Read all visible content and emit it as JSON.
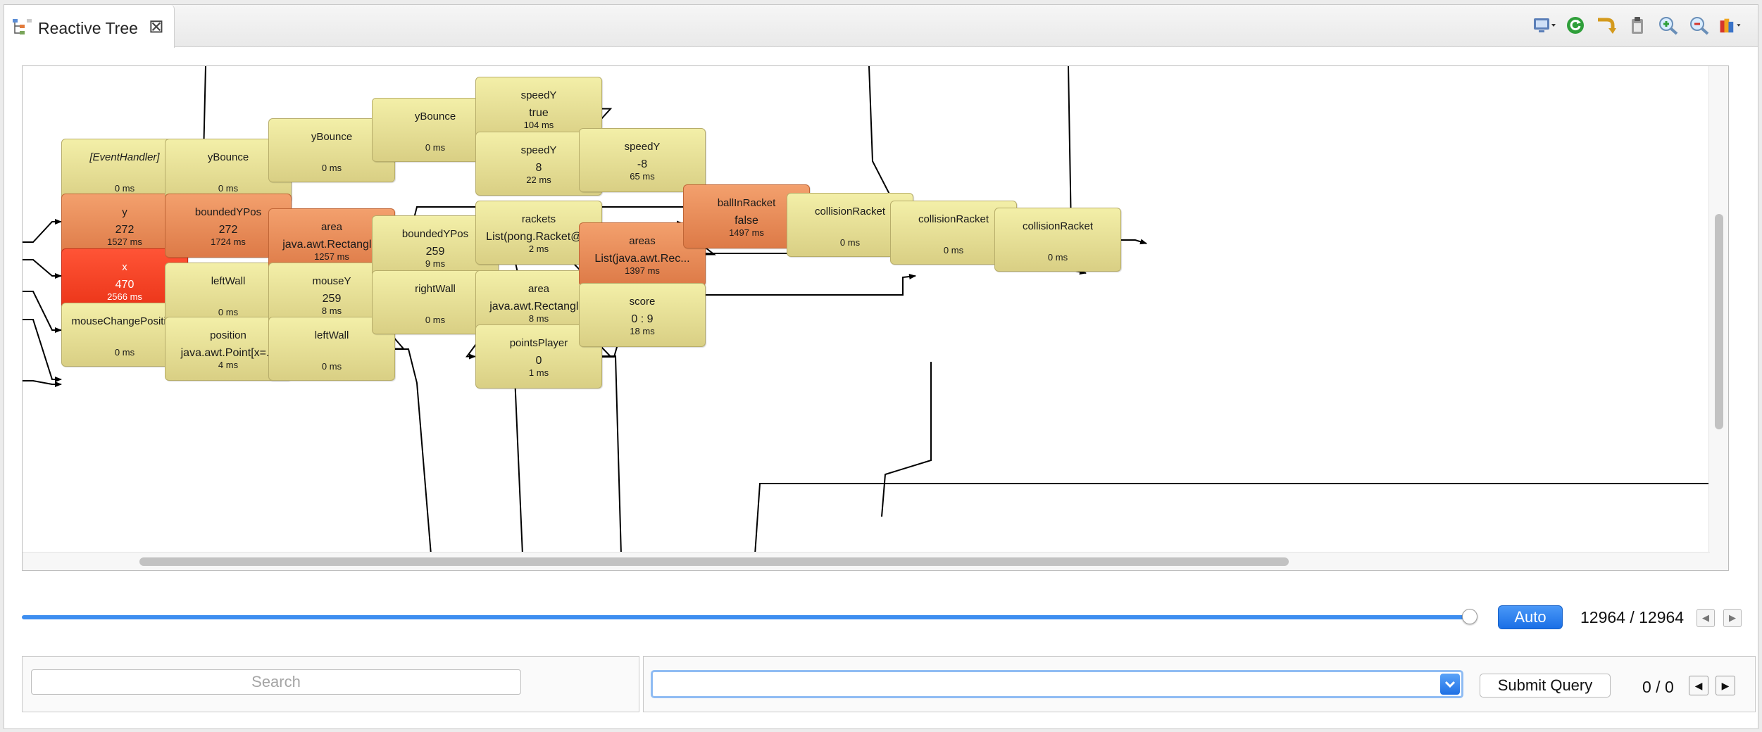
{
  "tab": {
    "title": "Reactive Tree",
    "close_glyph": "⊠"
  },
  "toolbar": {
    "icons": [
      "display-menu-icon",
      "refresh-icon",
      "jump-icon",
      "clipboard-icon",
      "zoom-in-icon",
      "zoom-out-icon",
      "palette-icon"
    ]
  },
  "colors": {
    "node_default": "#e6de96",
    "node_orange": "#e88a55",
    "node_red": "#f23f22",
    "accent_blue": "#1f70e4"
  },
  "nodes": [
    {
      "name": "[EventHandler]",
      "value": "",
      "time": "0 ms",
      "style": "default",
      "italic": true
    },
    {
      "name": "y",
      "value": "272",
      "time": "1527 ms",
      "style": "orange"
    },
    {
      "name": "x",
      "value": "470",
      "time": "2566 ms",
      "style": "red"
    },
    {
      "name": "mouseChangePosition",
      "value": "",
      "time": "0 ms",
      "style": "default"
    },
    {
      "name": "yBounce",
      "value": "",
      "time": "0 ms",
      "style": "default"
    },
    {
      "name": "boundedYPos",
      "value": "272",
      "time": "1724 ms",
      "style": "orange"
    },
    {
      "name": "leftWall",
      "value": "",
      "time": "0 ms",
      "style": "default"
    },
    {
      "name": "position",
      "value": "java.awt.Point[x=...",
      "time": "4 ms",
      "style": "default"
    },
    {
      "name": "yBounce",
      "value": "",
      "time": "0 ms",
      "style": "default"
    },
    {
      "name": "area",
      "value": "java.awt.Rectangl...",
      "time": "1257 ms",
      "style": "orange"
    },
    {
      "name": "mouseY",
      "value": "259",
      "time": "8 ms",
      "style": "default"
    },
    {
      "name": "leftWall",
      "value": "",
      "time": "0 ms",
      "style": "default"
    },
    {
      "name": "yBounce",
      "value": "",
      "time": "0 ms",
      "style": "default"
    },
    {
      "name": "boundedYPos",
      "value": "259",
      "time": "9 ms",
      "style": "default"
    },
    {
      "name": "rightWall",
      "value": "",
      "time": "0 ms",
      "style": "default"
    },
    {
      "name": "speedY",
      "value": "true",
      "time": "104 ms",
      "style": "default"
    },
    {
      "name": "speedY",
      "value": "8",
      "time": "22 ms",
      "style": "default"
    },
    {
      "name": "rackets",
      "value": "List(pong.Racket@...",
      "time": "2 ms",
      "style": "default"
    },
    {
      "name": "area",
      "value": "java.awt.Rectangl...",
      "time": "8 ms",
      "style": "default"
    },
    {
      "name": "pointsPlayer",
      "value": "0",
      "time": "1 ms",
      "style": "default"
    },
    {
      "name": "speedY",
      "value": "-8",
      "time": "65 ms",
      "style": "default"
    },
    {
      "name": "areas",
      "value": "List(java.awt.Rec...",
      "time": "1397 ms",
      "style": "orange"
    },
    {
      "name": "score",
      "value": "0 : 9",
      "time": "18 ms",
      "style": "default"
    },
    {
      "name": "ballInRacket",
      "value": "false",
      "time": "1497 ms",
      "style": "orange"
    },
    {
      "name": "collisionRacket",
      "value": "",
      "time": "0 ms",
      "style": "default"
    },
    {
      "name": "collisionRacket",
      "value": "",
      "time": "0 ms",
      "style": "default"
    },
    {
      "name": "collisionRacket",
      "value": "",
      "time": "0 ms",
      "style": "default"
    }
  ],
  "timeline": {
    "auto_label": "Auto",
    "counter": "12964 / 12964",
    "position_fraction": 0.995
  },
  "search": {
    "placeholder": "Search"
  },
  "query": {
    "value": "",
    "submit_label": "Submit Query",
    "count": "0 / 0"
  },
  "glyphs": {
    "prev": "◀",
    "next": "▶"
  }
}
